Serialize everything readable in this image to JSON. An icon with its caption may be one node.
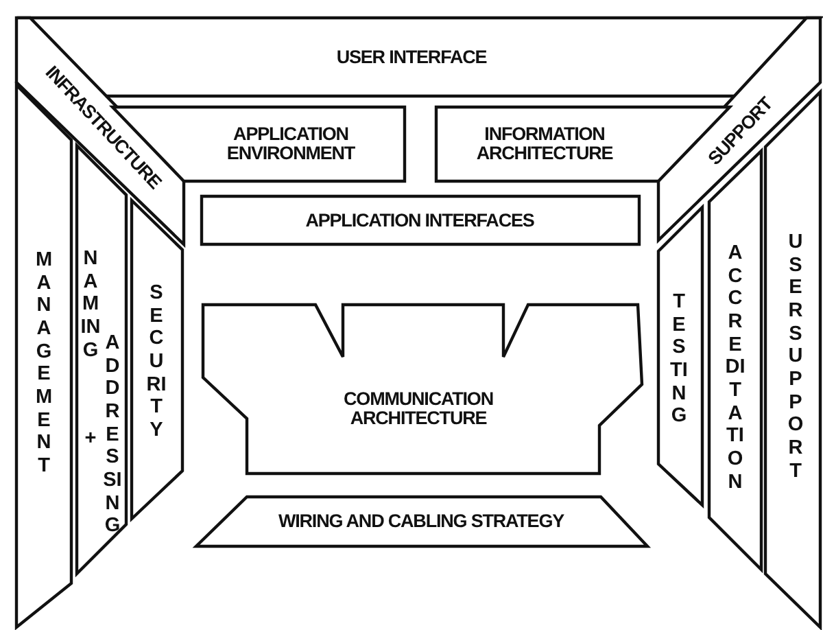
{
  "diagram": {
    "nodes": [
      {
        "text": [
          "USER INTERFACE"
        ]
      },
      {
        "text": [
          "INFRASTRUCTURE"
        ]
      },
      {
        "text": [
          "SUPPORT"
        ]
      },
      {
        "text": [
          "APPLICATION ENVIRONMENT"
        ]
      },
      {
        "text": [
          "INFORMATION ARCHITECTURE"
        ]
      },
      {
        "text": [
          "APPLICATION INTERFACES"
        ]
      },
      {
        "text": [
          "MANAGEMENT"
        ]
      },
      {
        "text": [
          "NAMING",
          "+",
          "ADDRESSING"
        ]
      },
      {
        "text": [
          "SECURITY"
        ]
      },
      {
        "text": [
          "COMMUNICATION ARCHITECTURE"
        ]
      },
      {
        "text": [
          "TESTING"
        ]
      },
      {
        "text": [
          "ACCREDITATION"
        ]
      },
      {
        "text": [
          "USER SUPPORT"
        ]
      },
      {
        "text": [
          "WIRING AND CABLING STRATEGY"
        ]
      }
    ]
  }
}
